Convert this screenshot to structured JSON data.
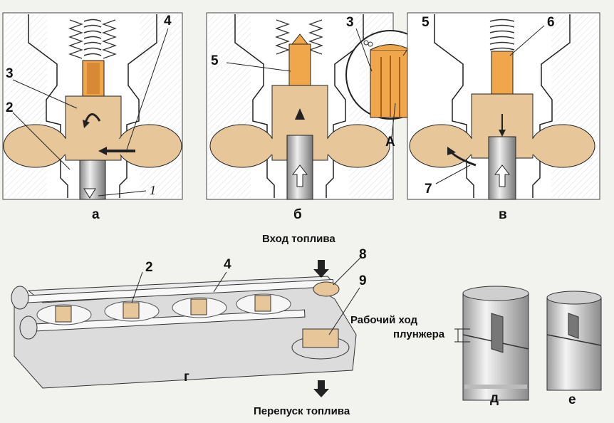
{
  "panels": {
    "a": "а",
    "b": "б",
    "v": "в",
    "g": "г",
    "d": "д",
    "e": "е"
  },
  "callouts": {
    "a3": "3",
    "a4": "4",
    "a2": "2",
    "a1": "1",
    "b5": "5",
    "c3": "3",
    "c5": "5",
    "cA": "А",
    "v6": "6",
    "v7": "7",
    "g2": "2",
    "g4": "4",
    "g8": "8",
    "g9": "9"
  },
  "captions": {
    "fuel_inlet": "Вход топлива",
    "fuel_bypass": "Перепуск топлива",
    "plunger_stroke_line1": "Рабочий ход",
    "plunger_stroke_line2": "плунжера"
  },
  "colors": {
    "fuel": "#e7c79a",
    "plunger_body": "#f0a64a",
    "metal": "#d9d9d9",
    "frame": "#ffffff",
    "outline": "#222222"
  }
}
